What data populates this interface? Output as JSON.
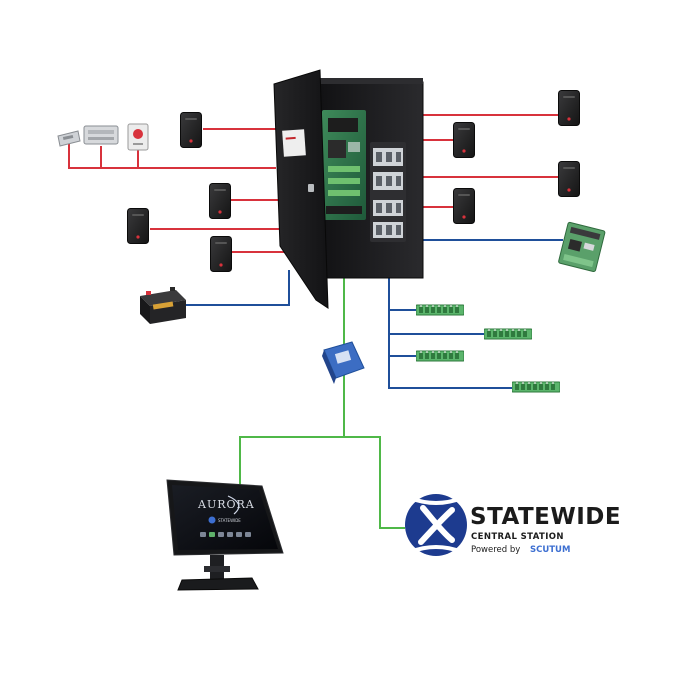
{
  "colors": {
    "reader_line": "#d8323c",
    "network_line": "#4fb848",
    "expansion_line": "#1f4f9a",
    "panel_body": "#1c1c1e",
    "brand_blue": "#1d3b8f",
    "brand_accent": "#3d6fd1"
  },
  "workstation": {
    "screen_logo": "AURORA",
    "screen_caption": "STATEWIDE"
  },
  "monitoring": {
    "name": "STATEWIDE",
    "subtitle": "CENTRAL STATION",
    "powered_by": "Powered by",
    "partner": "SCUTUM",
    "icon": "statewide-x-logo-icon"
  },
  "devices": {
    "card_reader_icon": "card-reader-icon",
    "lock_icon": "door-lock-icon",
    "exit_button_icon": "exit-button-icon",
    "battery_icon": "battery-icon",
    "io_board_icon": "io-board-icon",
    "expander_icon": "terminal-block-icon",
    "network_module_icon": "network-module-icon"
  }
}
